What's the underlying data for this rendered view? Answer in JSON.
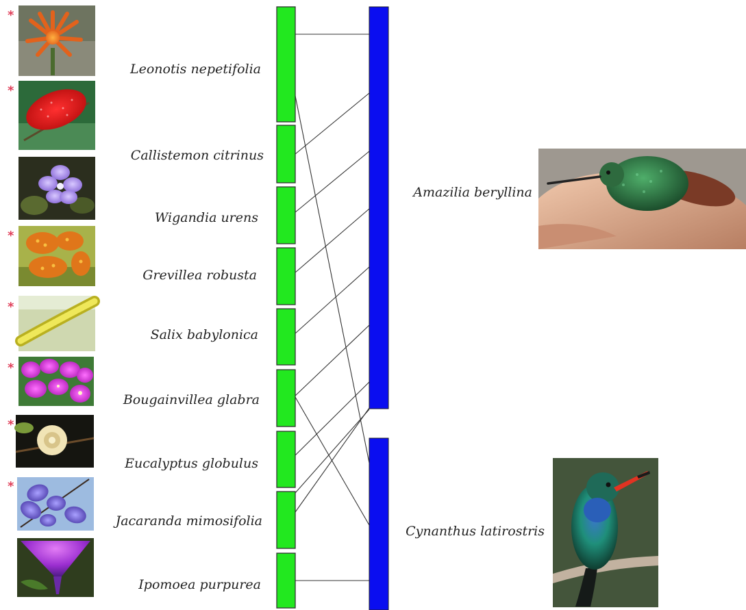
{
  "plants": [
    {
      "name": "Leonotis nepetifolia",
      "marked": true,
      "photo": "orange-tubular-flower"
    },
    {
      "name": "Callistemon citrinus",
      "marked": true,
      "photo": "red-bottlebrush-flower"
    },
    {
      "name": "Wigandia urens",
      "marked": false,
      "photo": "purple-flower"
    },
    {
      "name": "Grevillea robusta",
      "marked": true,
      "photo": "orange-comb-flower"
    },
    {
      "name": "Salix babylonica",
      "marked": true,
      "photo": "yellow-catkin"
    },
    {
      "name": "Bougainvillea glabra",
      "marked": true,
      "photo": "magenta-bracts"
    },
    {
      "name": "Eucalyptus globulus",
      "marked": true,
      "photo": "white-eucalyptus-flower"
    },
    {
      "name": "Jacaranda mimosifolia",
      "marked": true,
      "photo": "violet-bell-flowers"
    },
    {
      "name": "Ipomoea purpurea",
      "marked": false,
      "photo": "purple-morning-glory"
    }
  ],
  "marker_symbol": "*",
  "birds": [
    {
      "name": "Amazilia beryllina",
      "photo": "hummingbird-on-hand"
    },
    {
      "name": "Cynanthus latirostris",
      "photo": "hummingbird-on-branch"
    }
  ],
  "colors": {
    "plant_box": "#22e81f",
    "bird_box": "#0a0ef0",
    "marker": "#e0405a"
  }
}
